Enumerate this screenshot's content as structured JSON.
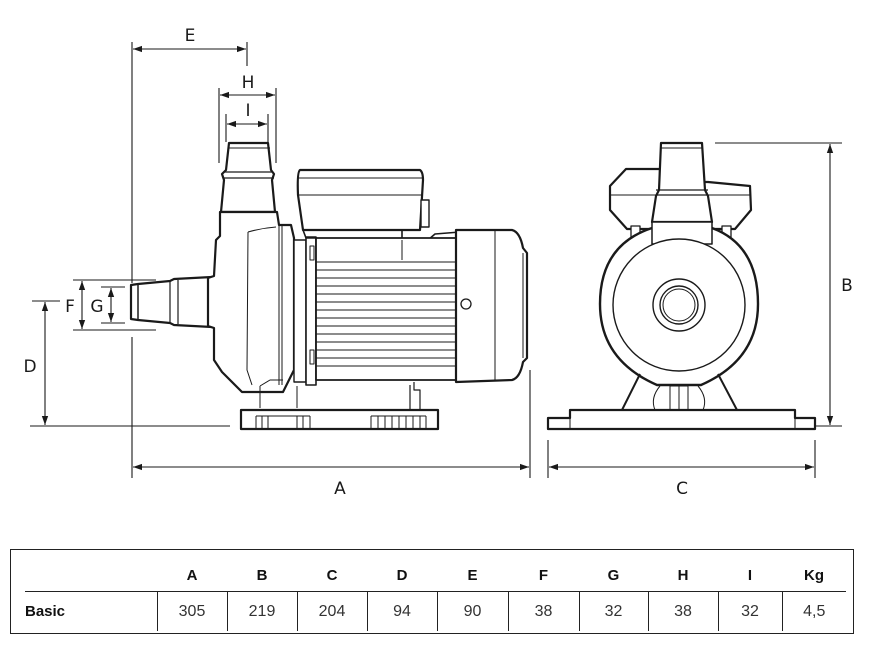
{
  "diagram": {
    "title": "Pump dimension drawing",
    "views": [
      "side-view",
      "front-view"
    ],
    "dimension_labels": {
      "A": "A",
      "B": "B",
      "C": "C",
      "D": "D",
      "E": "E",
      "F": "F",
      "G": "G",
      "H": "H",
      "I": "I"
    },
    "line_color": "#1a1a1a"
  },
  "spec_table": {
    "columns": [
      "",
      "A",
      "B",
      "C",
      "D",
      "E",
      "F",
      "G",
      "H",
      "I",
      "Kg"
    ],
    "rows": [
      {
        "label": "Basic",
        "values": [
          "305",
          "219",
          "204",
          "94",
          "90",
          "38",
          "32",
          "38",
          "32",
          "4,5"
        ]
      }
    ]
  }
}
